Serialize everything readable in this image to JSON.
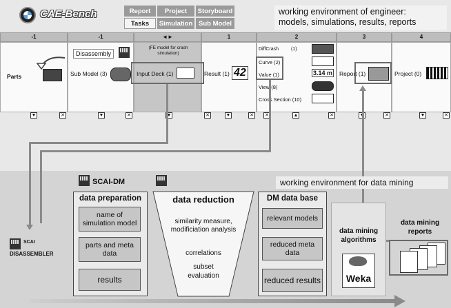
{
  "app": {
    "title": "CAE-Bench"
  },
  "tabs": [
    {
      "label": "Report",
      "active": false
    },
    {
      "label": "Project",
      "active": false
    },
    {
      "label": "Storyboard",
      "active": false
    },
    {
      "label": "Tasks",
      "active": true
    },
    {
      "label": "Simulation",
      "active": false
    },
    {
      "label": "Sub Model",
      "active": false
    }
  ],
  "top_env_title_line1": "working environment of engineer:",
  "top_env_title_line2": "models, simulations, results, reports",
  "columns": {
    "c0": {
      "header": "-1",
      "label": "Parts"
    },
    "c1": {
      "header": "-1",
      "items": [
        "Disassembly",
        "Sub Model (3)",
        "Input Deck (1)"
      ]
    },
    "c2": {
      "header": "◄►",
      "note": "(FE model for crash simulation)"
    },
    "c3": {
      "header": "1",
      "label": "Result (1)",
      "thumb_text": "42"
    },
    "c4": {
      "header": "2",
      "items": [
        "DiffCrash",
        "(1)",
        "Curve (2)",
        "Value (1)",
        "View (8)",
        "Cross Section (10)"
      ],
      "value_text": "3.14 m"
    },
    "c5": {
      "header": "3",
      "label": "Report (1)"
    },
    "c6": {
      "header": "4",
      "label": "Project (0)"
    }
  },
  "bottom": {
    "env_title": "working environment for data mining",
    "scai_dm": "SCAI-DM",
    "scai_disassembler": "DISASSEMBLER",
    "scai_label": "SCAI",
    "data_preparation": {
      "title": "data preparation",
      "items": [
        "name of simulation model",
        "parts and meta data",
        "results"
      ]
    },
    "data_reduction": {
      "title": "data reduction",
      "line1": "similarity measure,",
      "line2": "modificiation analysis",
      "line3": "correlations",
      "line4": "subset",
      "line5": "evaluation"
    },
    "dm_database": {
      "title": "DM data base",
      "items": [
        "relevant models",
        "reduced meta data",
        "reduced results"
      ]
    },
    "algorithms": {
      "line1": "data mining",
      "line2": "algorithms",
      "weka": "Weka"
    },
    "reports": {
      "line1": "data mining",
      "line2": "reports"
    }
  },
  "colors": {
    "band_top": "#e8e8e8",
    "band_bottom": "#d4d4d4",
    "highlight": "#6a6a6a"
  }
}
